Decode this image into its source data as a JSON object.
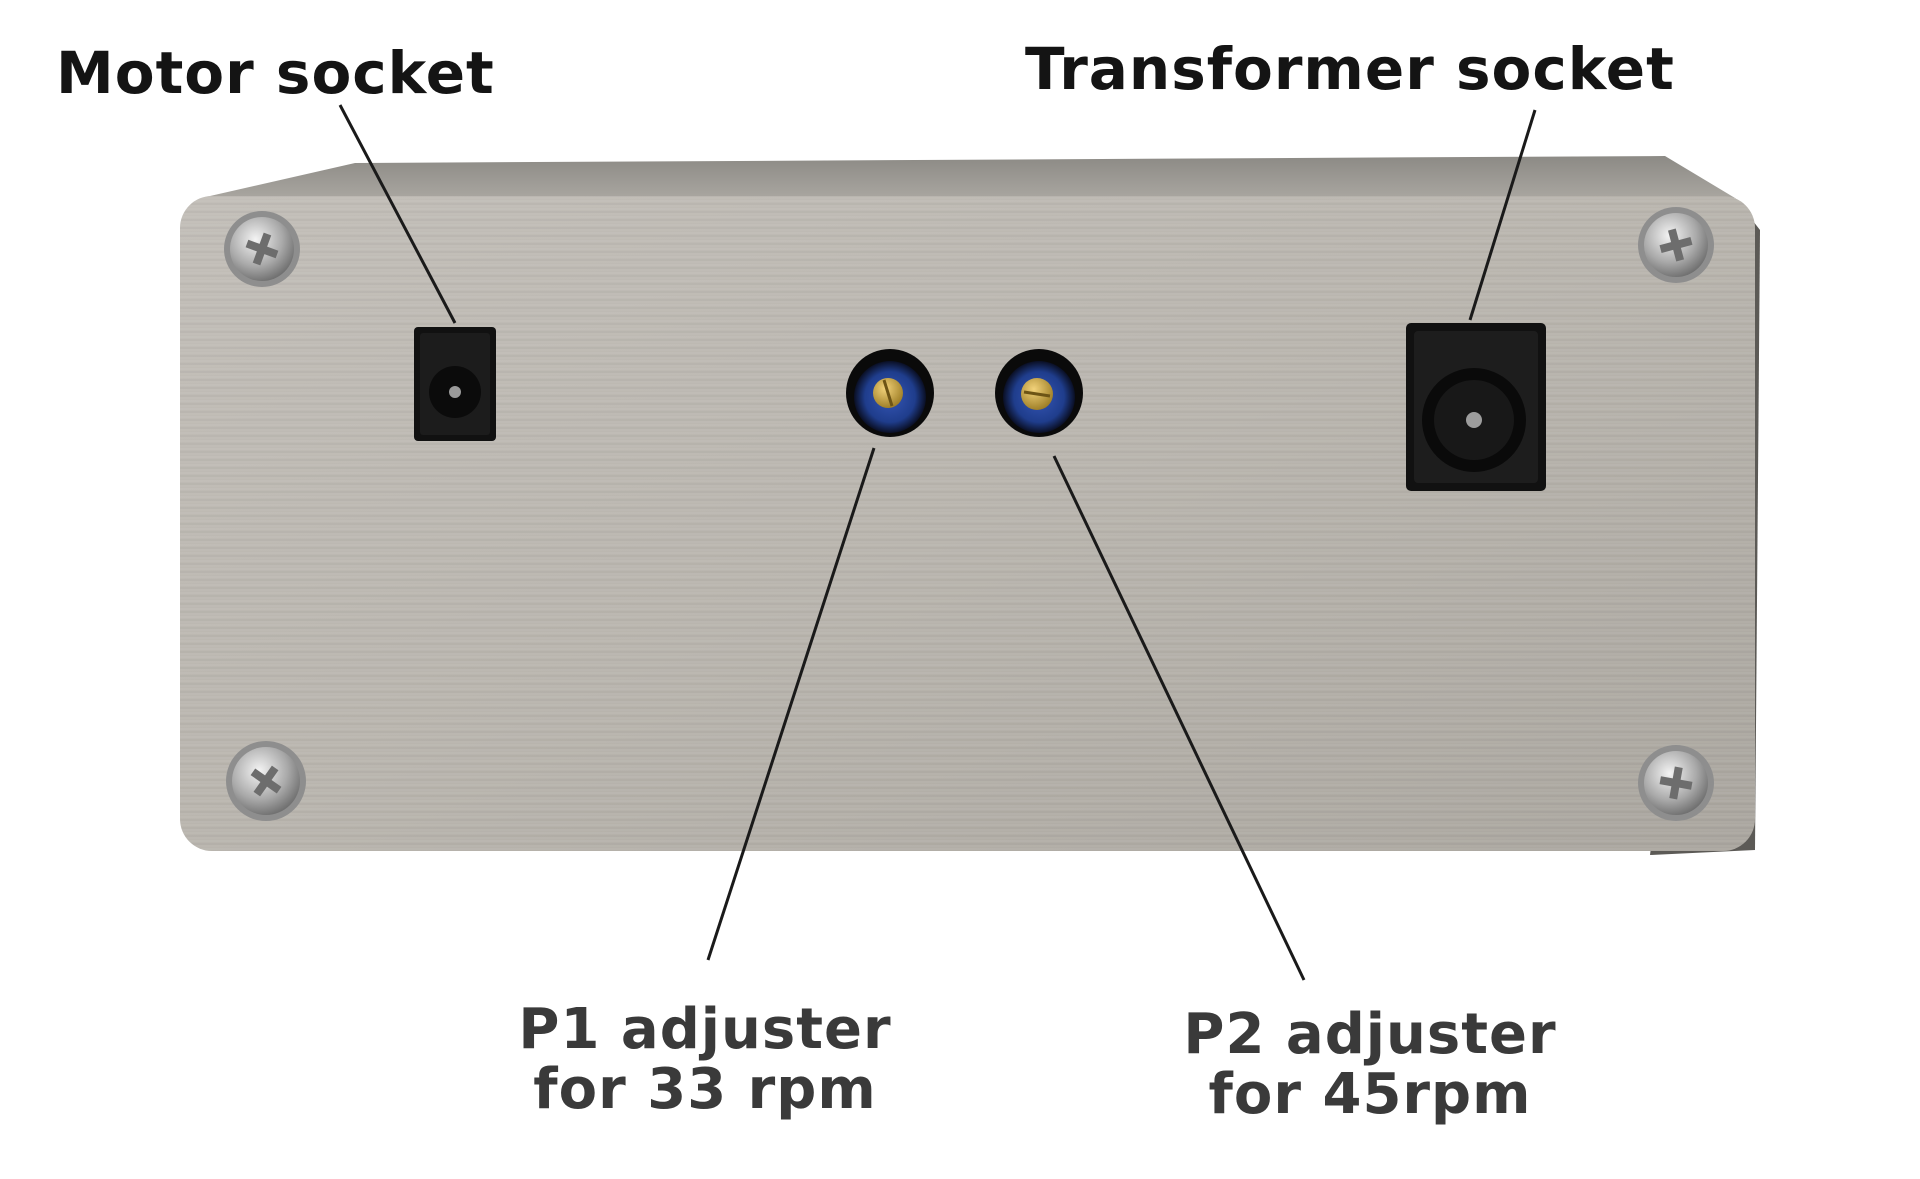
{
  "labels": {
    "motor_socket": "Motor socket",
    "transformer_socket": "Transformer socket",
    "p1_line1": "P1 adjuster",
    "p1_line2": "for 33 rpm",
    "p2_line1": "P2 adjuster",
    "p2_line2": "for 45rpm"
  },
  "colors": {
    "background": "#ffffff",
    "panel": "#b8b4ae",
    "socket": "#111111",
    "adjuster_blue": "#1f3d8c",
    "brass": "#c9a23a",
    "label_text": "#141414"
  },
  "icons": {
    "screw": "phillips-screw-icon",
    "socket": "dc-socket-icon",
    "adjuster": "trimmer-potentiometer-icon"
  }
}
